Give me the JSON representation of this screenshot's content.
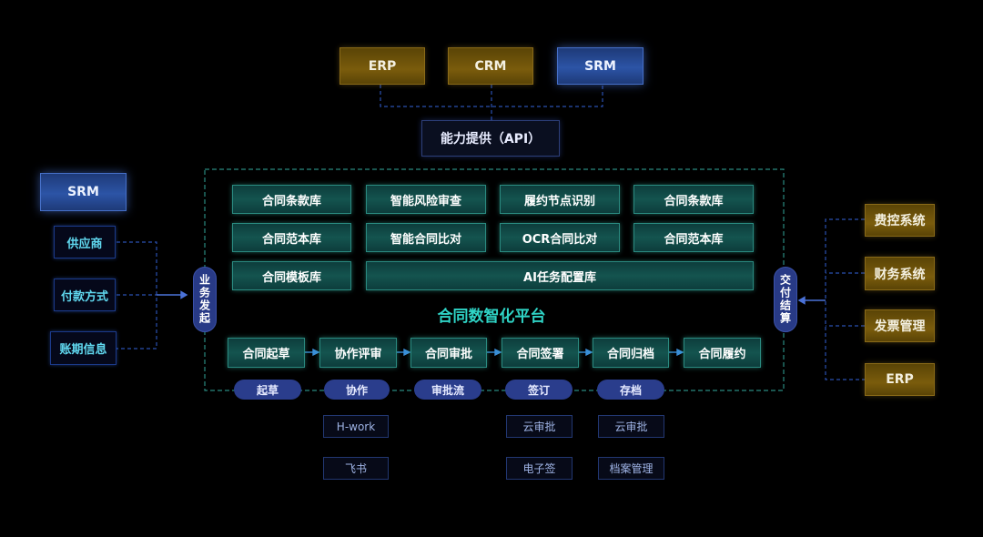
{
  "top_systems": [
    {
      "label": "ERP",
      "style": "gold"
    },
    {
      "label": "CRM",
      "style": "gold"
    },
    {
      "label": "SRM",
      "style": "blue"
    }
  ],
  "api_label": "能力提供（API）",
  "left": {
    "title": "SRM",
    "items": [
      "供应商",
      "付款方式",
      "账期信息"
    ],
    "pill": "业务发起"
  },
  "right": {
    "items": [
      "费控系统",
      "财务系统",
      "发票管理",
      "ERP"
    ],
    "pill": "交付结算"
  },
  "modules": {
    "row1": [
      "合同条款库",
      "智能风险审查",
      "履约节点识别",
      "合同条款库"
    ],
    "row2": [
      "合同范本库",
      "智能合同比对",
      "OCR合同比对",
      "合同范本库"
    ],
    "row3": [
      "合同模板库",
      "AI任务配置库"
    ]
  },
  "platform_title": "合同数智化平台",
  "flow": [
    "合同起草",
    "协作评审",
    "合同审批",
    "合同签署",
    "合同归档",
    "合同履约"
  ],
  "stages": [
    "起草",
    "协作",
    "审批流",
    "签订",
    "存档"
  ],
  "tools": {
    "col_collab": [
      "H-work",
      "飞书"
    ],
    "col_sign": [
      "云审批",
      "电子签"
    ],
    "col_archive": [
      "云审批",
      "档案管理"
    ]
  },
  "colors": {
    "gold": "#7a5c0c",
    "blue": "#2c54a6",
    "teal": "#14544f",
    "platform_text": "#2fd4c6",
    "dashed_line": "#2a4fb0",
    "frame": "#2a8a80"
  }
}
